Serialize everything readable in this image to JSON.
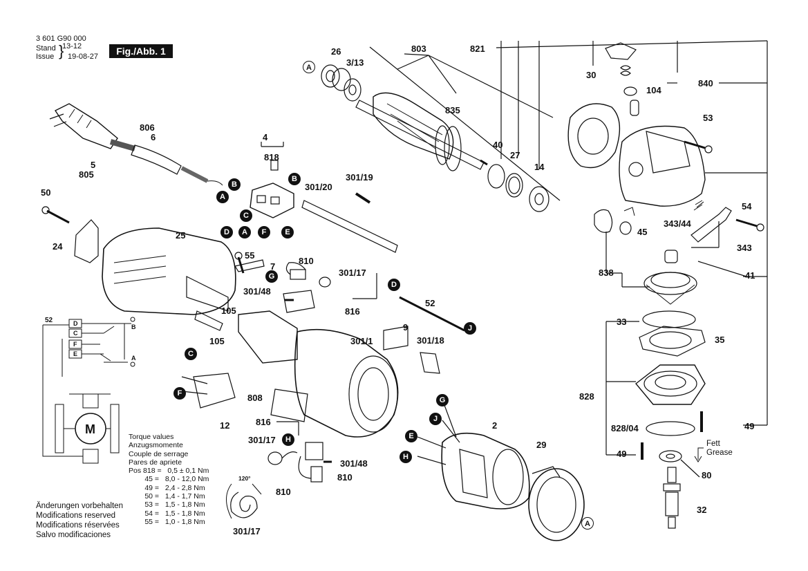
{
  "header": {
    "part_number": "3 601 G90 000",
    "stand_label": "Stand",
    "issue_label": "Issue",
    "stand_value": "13-12",
    "issue_date": "19-08-27",
    "figure_label": "Fig./Abb. 1"
  },
  "labels": {
    "p26": "26",
    "p3_13": "3/13",
    "p803": "803",
    "p821": "821",
    "p30": "30",
    "p840": "840",
    "p104": "104",
    "p53": "53",
    "p835": "835",
    "p806": "806",
    "p6": "6",
    "p5": "5",
    "p805": "805",
    "p4": "4",
    "p818": "818",
    "p301_20": "301/20",
    "p301_19": "301/19",
    "p40": "40",
    "p27": "27",
    "p14": "14",
    "p50": "50",
    "p25": "25",
    "p24": "24",
    "p54": "54",
    "p343_44": "343/44",
    "p45": "45",
    "p343": "343",
    "p55": "55",
    "p7": "7",
    "p810a": "810",
    "p301_17a": "301/17",
    "p301_48a": "301/48",
    "p816a": "816",
    "p52": "52",
    "p105a": "105",
    "p105b": "105",
    "p838": "838",
    "p41": "41",
    "p9": "9",
    "p301_1": "301/1",
    "p301_18": "301/18",
    "p33": "33",
    "p35": "35",
    "p828": "828",
    "p808": "808",
    "p12": "12",
    "p816b": "816",
    "p301_17b": "301/17",
    "p301_48b": "301/48",
    "p810b": "810",
    "p810c": "810",
    "p301_17c": "301/17",
    "p2": "2",
    "p29": "29",
    "p828_04": "828/04",
    "p49a": "49",
    "p49b": "49",
    "p80": "80",
    "p32": "32",
    "p120": "120°"
  },
  "markers": {
    "A": "A",
    "B": "B",
    "C": "C",
    "D": "D",
    "E": "E",
    "F": "F",
    "G": "G",
    "H": "H",
    "J": "J"
  },
  "schematic": {
    "wire_label": "52",
    "terminals": [
      "D",
      "C",
      "F",
      "E"
    ],
    "out_b": "B",
    "out_a": "A",
    "motor": "M"
  },
  "torque": {
    "title_lines": [
      "Torque values",
      "Anzugsmomente",
      "Couple de serrage",
      "Pares de apriete"
    ],
    "rows": [
      "Pos 818 =   0,5 ± 0,1 Nm",
      "        45 =   8,0 - 12,0 Nm",
      "        49 =   2,4 - 2,8 Nm",
      "        50 =   1,4 - 1,7 Nm",
      "        53 =   1,5 - 1,8 Nm",
      "        54 =   1,5 - 1,8 Nm",
      "        55 =   1,0 - 1,8 Nm"
    ]
  },
  "modifications": [
    "Änderungen vorbehalten",
    "Modifications reserved",
    "Modifications réservées",
    "Salvo modificaciones"
  ],
  "grease": {
    "line1": "Fett",
    "line2": "Grease"
  }
}
